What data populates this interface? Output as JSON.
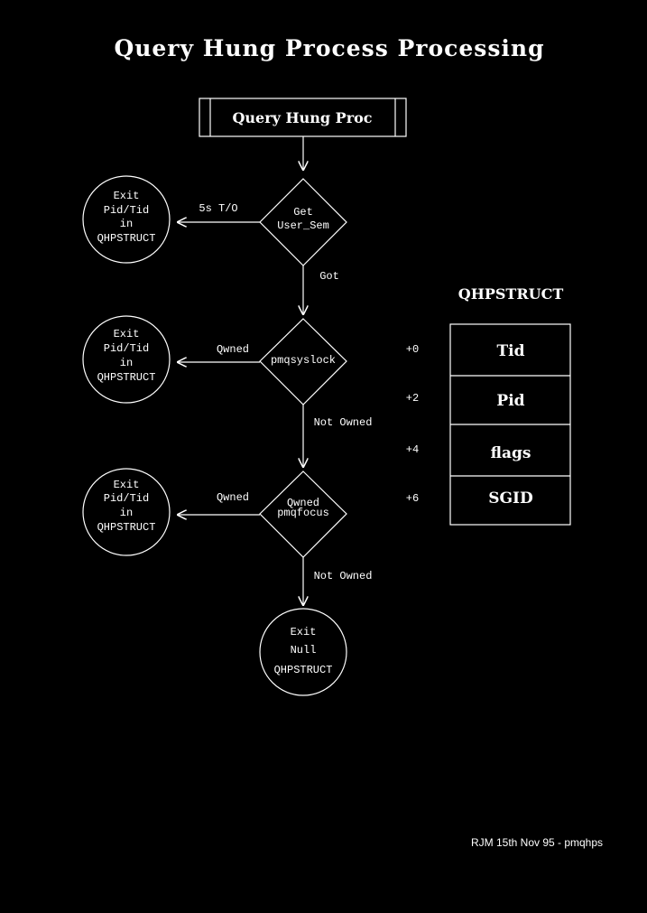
{
  "title": "Query Hung Process Processing",
  "start_box": "Query Hung Proc",
  "decisions": {
    "get_user_sem": [
      "Get",
      "User_Sem"
    ],
    "pmqsyslock": "pmqsyslock",
    "pmqfocus": [
      "Qwned",
      "pmqfocus"
    ]
  },
  "edge_labels": {
    "timeout": "5s T/O",
    "got": "Got",
    "owned_1": "Qwned",
    "not_owned_1": "Not Owned",
    "owned_2": "Qwned",
    "not_owned_2": "Not Owned"
  },
  "exits": {
    "exit_1": [
      "Exit",
      "Pid/Tid",
      "in",
      "QHPSTRUCT"
    ],
    "exit_2": [
      "Exit",
      "Pid/Tid",
      "in",
      "QHPSTRUCT"
    ],
    "exit_3": [
      "Exit",
      "Pid/Tid",
      "in",
      "QHPSTRUCT"
    ],
    "exit_null": [
      "Exit",
      "Null",
      "QHPSTRUCT"
    ]
  },
  "struct": {
    "name": "QHPSTRUCT",
    "fields": [
      {
        "offset": "+0",
        "name": "Tid"
      },
      {
        "offset": "+2",
        "name": "Pid"
      },
      {
        "offset": "+4",
        "name": "flags"
      },
      {
        "offset": "+6",
        "name": "SGID"
      }
    ]
  },
  "footer": "RJM 15th Nov 95 - pmqhps"
}
